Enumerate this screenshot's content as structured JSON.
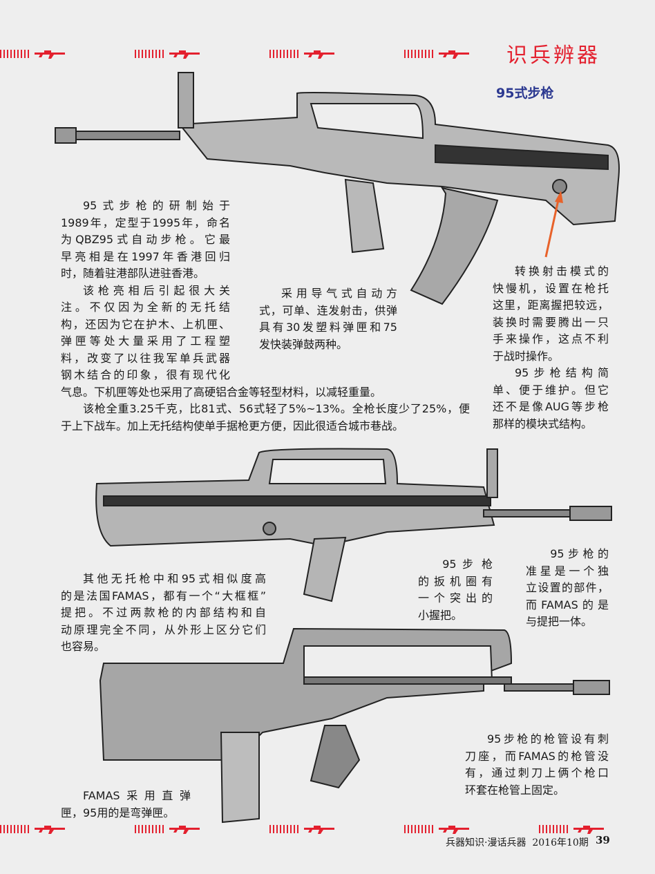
{
  "header": {
    "section_title": "识兵辨器",
    "article_title": "95式步枪"
  },
  "colors": {
    "accent_red": "#e3202e",
    "title_blue": "#2b3890",
    "arrow_orange": "#e8622a"
  },
  "main_text": {
    "lines": [
      "95式步枪的研制始于",
      "1989年，定型于1995年，命名",
      "为QBZ95式自动步枪。它最",
      "早亮相是在1997年香港回归",
      "时，随着驻港部队进驻香港。",
      "该枪亮相后引起很大关",
      "注。不仅因为全新的无托结",
      "构，还因为它在护木、上机匣、",
      "弹匣等处大量采用了工程塑",
      "料，改变了以往我军单兵武器",
      "钢木结合的印象，很有现代化",
      "气息。下机匣等处也采用了高硬铝合金等轻型材料，以减轻重量。",
      "该枪全重3.25千克，比81式、56式轻了5%~13%。全枪长度少了25%，便",
      "于上下战车。加上无托结构使单手据枪更方便，因此很适合城市巷战。"
    ]
  },
  "caption_gas": {
    "lines": [
      "采用导气式自动方",
      "式，可单、连发射击，供弹",
      "具有30发塑料弹匣和75",
      "发快装弹鼓两种。"
    ]
  },
  "caption_selector": {
    "lines": [
      "转换射击模式的",
      "快慢机，设置在枪托",
      "这里，距离握把较远，",
      "装换时需要腾出一只",
      "手来操作，这点不利",
      "于战时操作。",
      "95步枪结构简",
      "单、便于维护。但它",
      "还不是像AUG等步枪",
      "那样的模块式结构。"
    ]
  },
  "caption_famas": {
    "lines": [
      "其他无托枪中和95式相似度高",
      "的是法国FAMAS，都有一个“大框框”",
      "提把。不过两款枪的内部结构和自",
      "动原理完全不同，从外形上区分它们",
      "也容易。"
    ]
  },
  "caption_trigger": {
    "lines": [
      "95 步 枪",
      "的扳机圈有",
      "一个突出的",
      "小握把。"
    ]
  },
  "caption_sight": {
    "lines": [
      "95步枪的",
      "准星是一个独",
      "立设置的部件，",
      "而FAMAS的是",
      "与提把一体。"
    ]
  },
  "caption_barrel": {
    "lines": [
      "95步枪的枪管设有刺",
      "刀座，而FAMAS的枪管没",
      "有，通过刺刀上俩个枪口",
      "环套在枪管上固定。"
    ]
  },
  "caption_magazine": {
    "lines": [
      "FAMAS采用直弹",
      "匣，95用的是弯弹匣。"
    ]
  },
  "footer": {
    "publication": "兵器知识·漫话兵器  2016年10期",
    "page_number": "39"
  }
}
